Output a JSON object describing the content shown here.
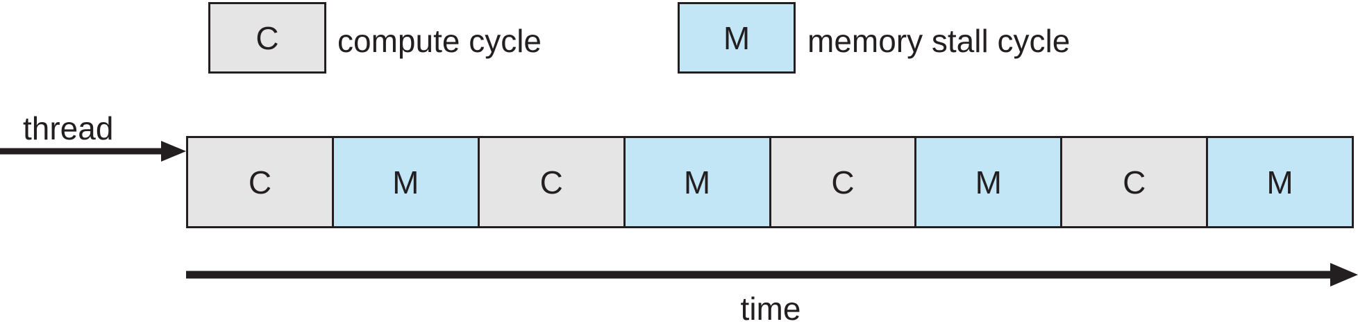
{
  "legend": {
    "items": [
      {
        "symbol": "C",
        "label": "compute cycle",
        "color": "#e5e5e6",
        "icon": "compute-cycle-swatch"
      },
      {
        "symbol": "M",
        "label": "memory stall cycle",
        "color": "#c3e6f7",
        "icon": "memory-stall-cycle-swatch"
      }
    ]
  },
  "thread": {
    "label": "thread",
    "arrow_icon": "right-arrow-icon"
  },
  "timeline": {
    "cells": [
      {
        "symbol": "C",
        "kind": "compute"
      },
      {
        "symbol": "M",
        "kind": "memory"
      },
      {
        "symbol": "C",
        "kind": "compute"
      },
      {
        "symbol": "M",
        "kind": "memory"
      },
      {
        "symbol": "C",
        "kind": "compute"
      },
      {
        "symbol": "M",
        "kind": "memory"
      },
      {
        "symbol": "C",
        "kind": "compute"
      },
      {
        "symbol": "M",
        "kind": "memory"
      }
    ]
  },
  "axis": {
    "label": "time",
    "arrow_icon": "right-arrow-icon"
  },
  "colors": {
    "compute_fill": "#e5e5e6",
    "memory_fill": "#c3e6f7",
    "stroke": "#231f20",
    "background": "#ffffff"
  }
}
